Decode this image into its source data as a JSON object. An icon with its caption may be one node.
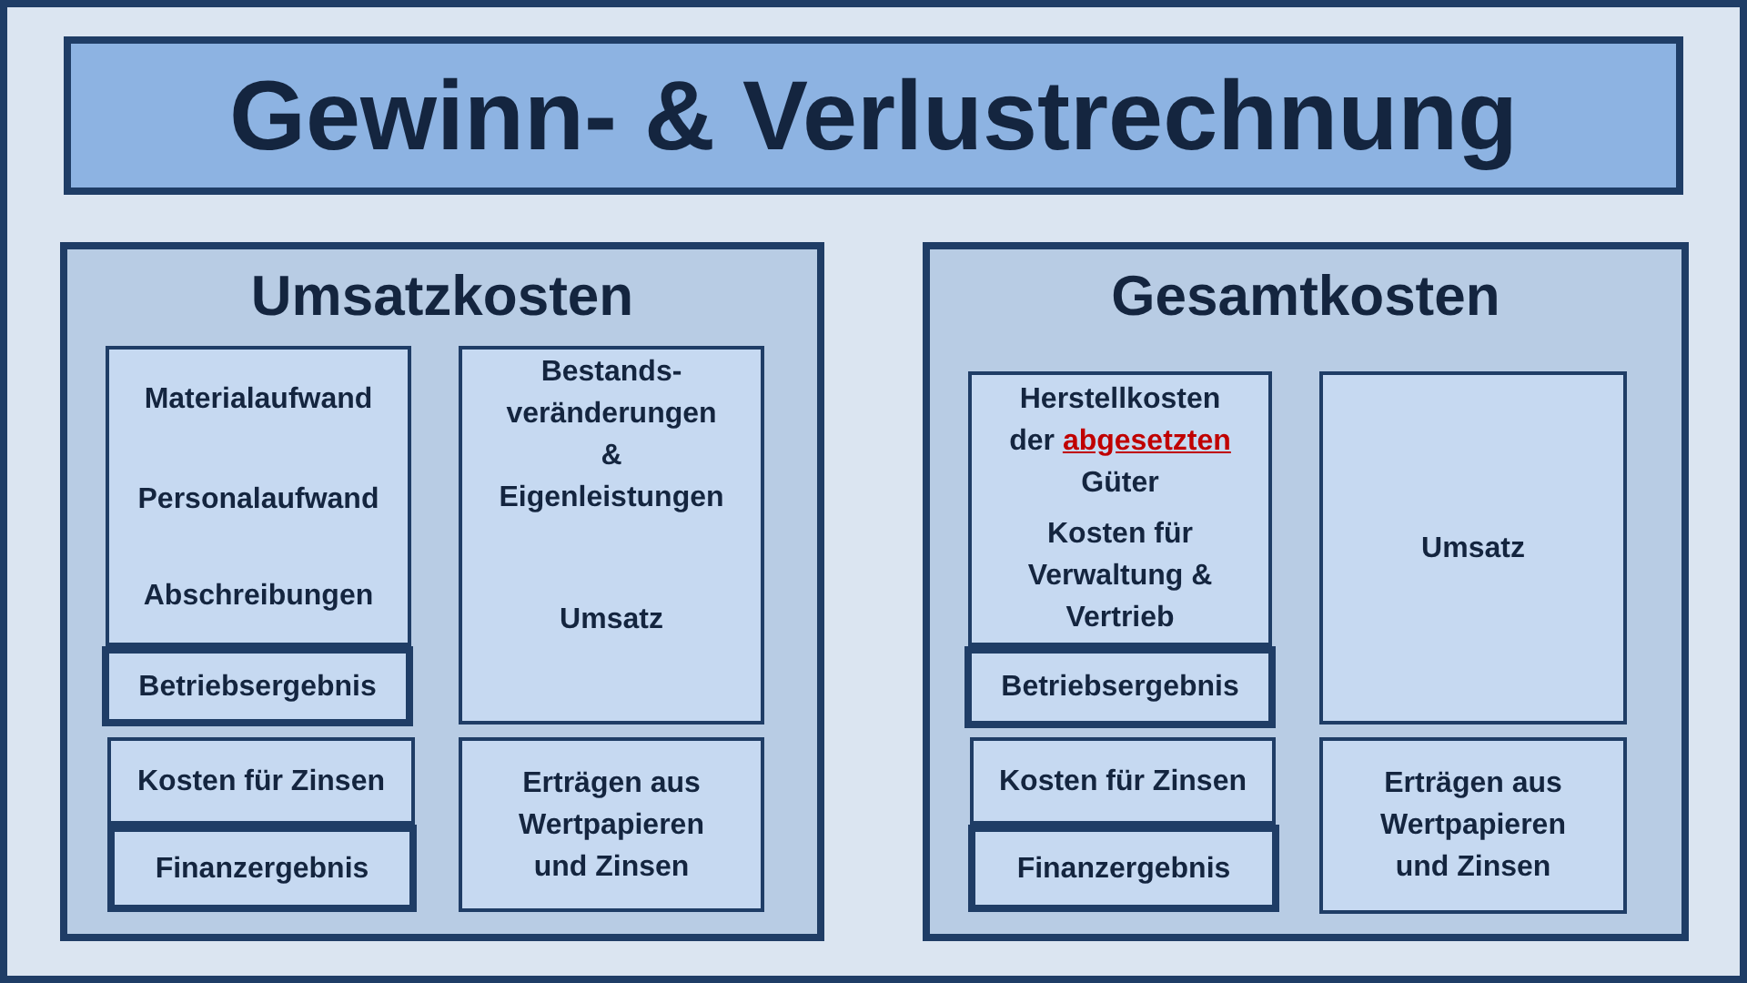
{
  "diagram": {
    "title": "Gewinn- & Verlustrechnung",
    "nodes": [
      {
        "text": [
          "Umsatzkosten"
        ]
      },
      {
        "text": [
          "Materialaufwand"
        ],
        "in": 0
      },
      {
        "text": [
          "Personalaufwand"
        ],
        "in": 0
      },
      {
        "text": [
          "Abschreibungen"
        ],
        "in": 0
      },
      {
        "text": [
          "Betriebsergebnis"
        ],
        "in": 0
      },
      {
        "text": [
          "Bestands- veränderungen & Eigenleistungen"
        ],
        "in": 0
      },
      {
        "text": [
          "Umsatz"
        ],
        "in": 0
      },
      {
        "text": [
          "Kosten für Zinsen"
        ],
        "in": 0
      },
      {
        "text": [
          "Finanzergebnis"
        ],
        "in": 0
      },
      {
        "text": [
          "Erträgen aus Wertpapieren und Zinsen"
        ],
        "in": 0
      },
      {
        "text": [
          "Gesamtkosten"
        ]
      },
      {
        "text": [
          "Herstellkosten der **abgesetzten** Güter"
        ],
        "in": 10
      },
      {
        "text": [
          "Kosten für Verwaltung & Vertrieb"
        ],
        "in": 10
      },
      {
        "text": [
          "Betriebsergebnis"
        ],
        "in": 10
      },
      {
        "text": [
          "Umsatz"
        ],
        "in": 10
      },
      {
        "text": [
          "Kosten für Zinsen"
        ],
        "in": 10
      },
      {
        "text": [
          "Finanzergebnis"
        ],
        "in": 10
      },
      {
        "text": [
          "Erträgen aus Wertpapieren und Zinsen"
        ],
        "in": 10
      }
    ],
    "edges": []
  }
}
